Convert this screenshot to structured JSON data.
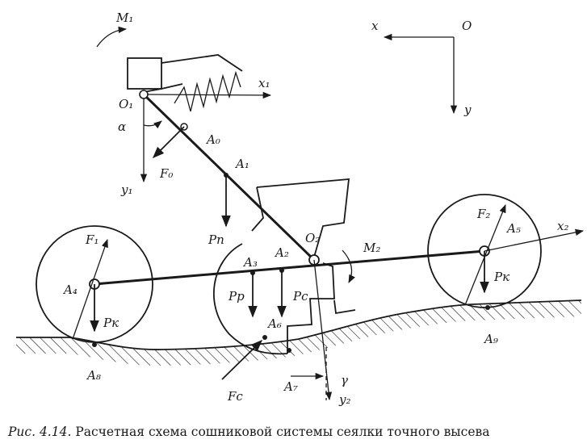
{
  "caption": {
    "prefix": "Рис. 4.14.",
    "text": "Расчетная схема сошниковой системы сеялки точного высева"
  },
  "labels": {
    "M1": "M₁",
    "x": "x",
    "O": "O",
    "y": "y",
    "x1": "x₁",
    "O1": "O₁",
    "alpha": "α",
    "A0": "A₀",
    "F0": "F₀",
    "y1": "y₁",
    "A1": "A₁",
    "F1": "F₁",
    "A4": "A₄",
    "Pk_left": "Pк",
    "A8": "A₈",
    "Pn": "Pп",
    "A3": "A₃",
    "A2": "A₂",
    "O2": "O₂",
    "M2": "M₂",
    "Pp": "Pр",
    "Pc": "Pс",
    "A6": "A₆",
    "Fc": "Fс",
    "A7": "A₇",
    "gamma": "γ",
    "y2": "y₂",
    "F2": "F₂",
    "A5": "A₅",
    "x2": "x₂",
    "Pk_right": "Pк",
    "A9": "A₉"
  }
}
